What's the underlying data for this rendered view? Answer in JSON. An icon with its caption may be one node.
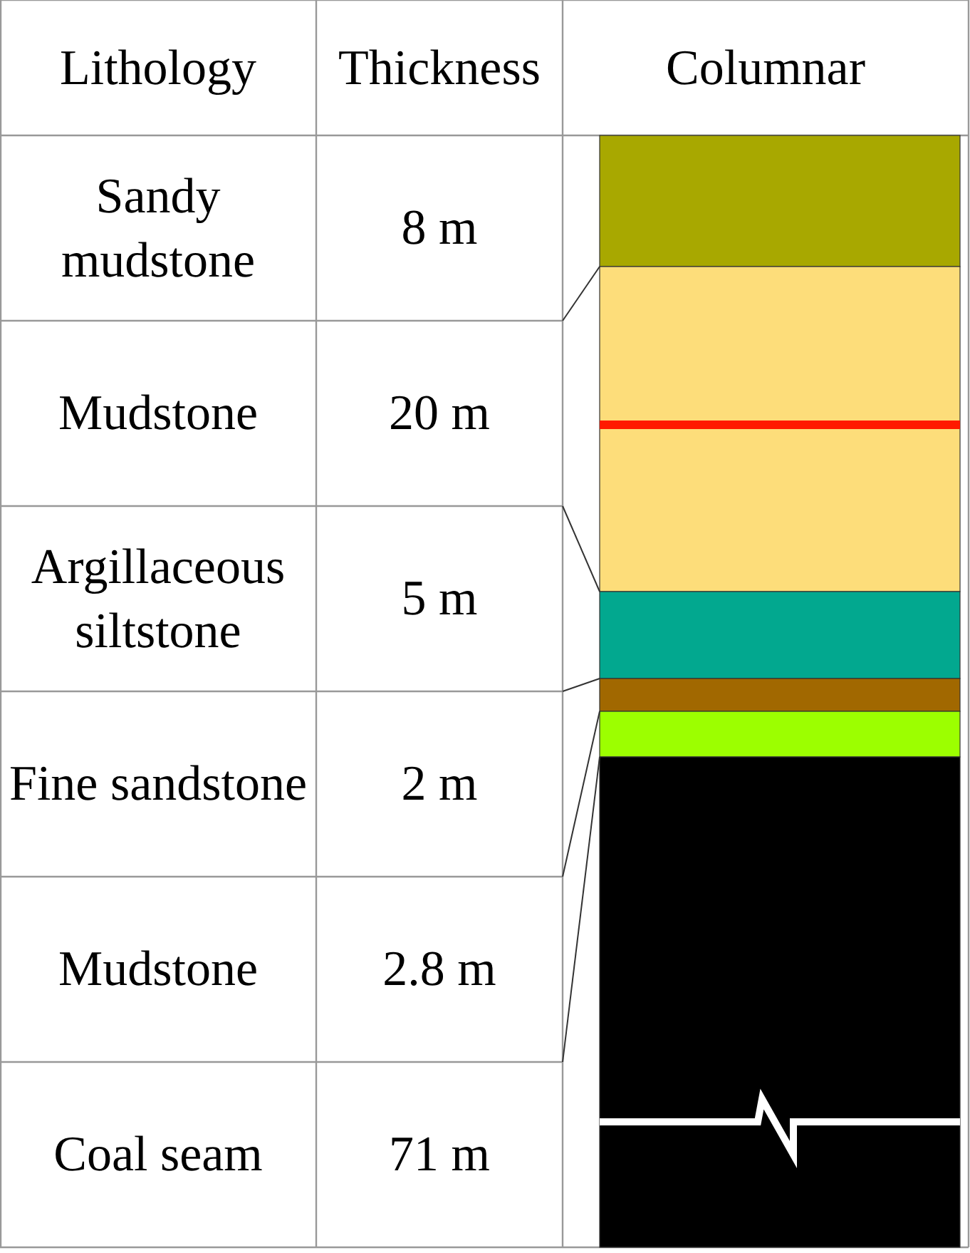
{
  "diagram": {
    "labels": [
      "Lithology",
      "Thickness",
      "Columnar",
      "Sandy mudstone",
      "8 m",
      "Mudstone",
      "20 m",
      "Argillaceous siltstone",
      "5 m",
      "Fine sandstone",
      "2 m",
      "Mudstone",
      "2.8 m",
      "Coal seam",
      "71 m"
    ]
  }
}
